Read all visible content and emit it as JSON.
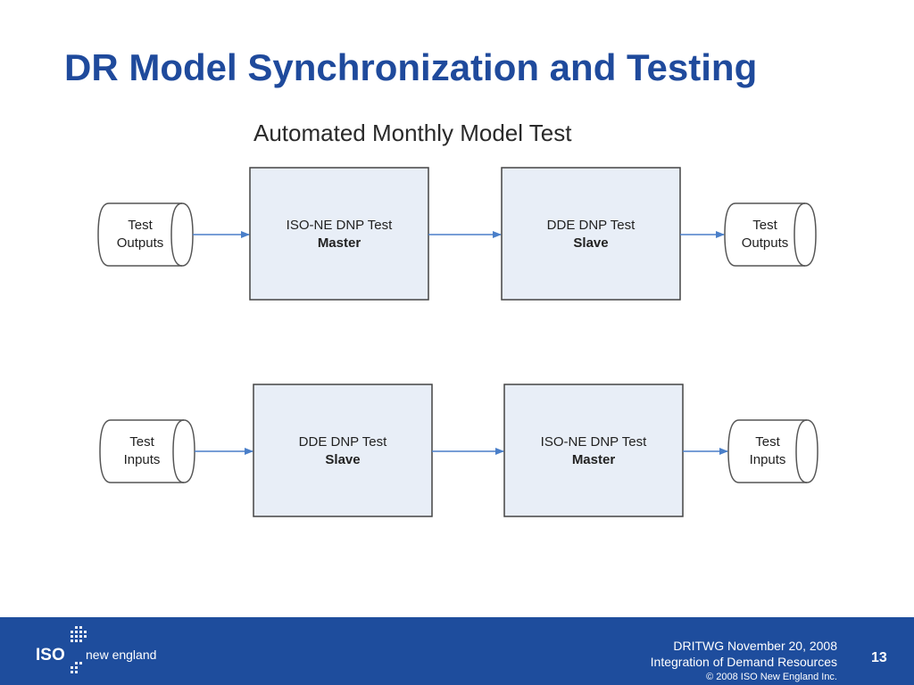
{
  "slide": {
    "title": "DR Model Synchronization and Testing",
    "diagram_title": "Automated Monthly Model Test"
  },
  "diagram": {
    "rows": [
      {
        "left_store": [
          "Test",
          "Outputs"
        ],
        "box1": {
          "line1": "ISO-NE DNP Test",
          "line2": "Master"
        },
        "box2": {
          "line1": "DDE DNP Test",
          "line2": "Slave"
        },
        "right_store": [
          "Test",
          "Outputs"
        ]
      },
      {
        "left_store": [
          "Test",
          "Inputs"
        ],
        "box1": {
          "line1": "DDE DNP Test",
          "line2": "Slave"
        },
        "box2": {
          "line1": "ISO-NE DNP Test",
          "line2": "Master"
        },
        "right_store": [
          "Test",
          "Inputs"
        ]
      }
    ]
  },
  "footer": {
    "logo_iso": "ISO",
    "logo_ne": "new england",
    "line1": "DRITWG November 20, 2008",
    "line2": "Integration of Demand Resources",
    "line3": "© 2008 ISO New England Inc.",
    "page_number": "13"
  },
  "colors": {
    "title": "#1f4a9c",
    "footer_bg": "#1e4d9d",
    "box_fill": "#e8eef7",
    "arrow": "#4a7fc9"
  }
}
